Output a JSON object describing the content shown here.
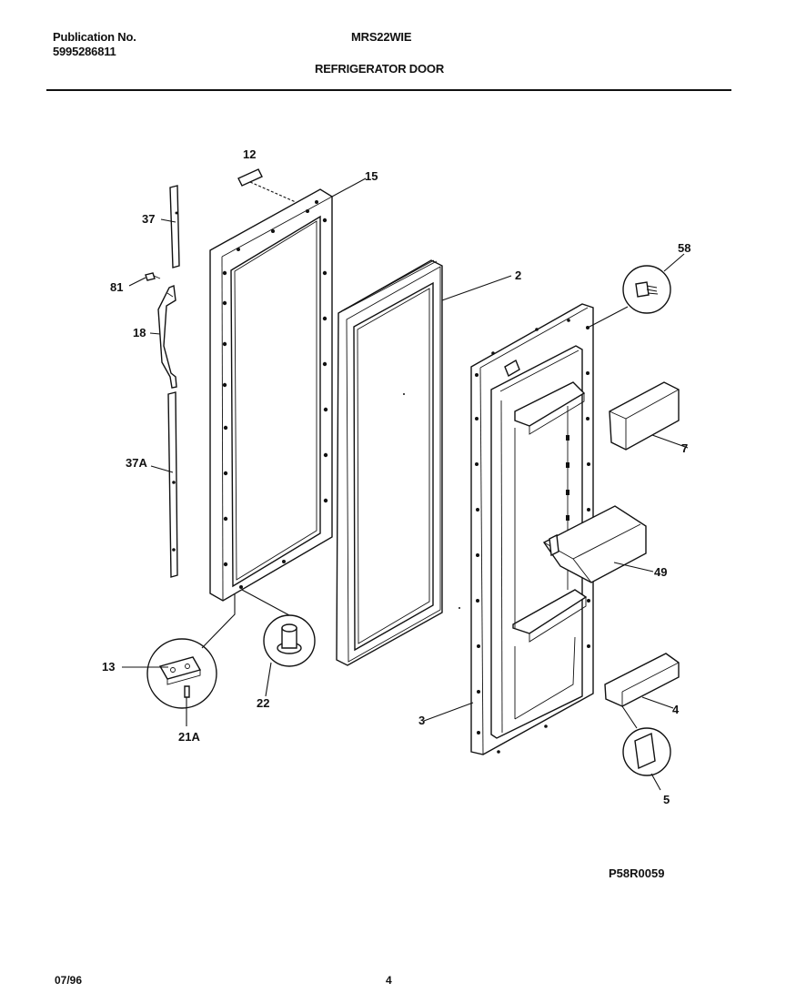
{
  "header": {
    "publication_label": "Publication No.",
    "publication_number": "5995286811",
    "model": "MRS22WIE",
    "title": "REFRIGERATOR DOOR"
  },
  "callouts": {
    "c12": "12",
    "c15": "15",
    "c37": "37",
    "c81": "81",
    "c18": "18",
    "c37a": "37A",
    "c2": "2",
    "c58": "58",
    "c7": "7",
    "c49": "49",
    "c13": "13",
    "c22": "22",
    "c21a": "21A",
    "c3": "3",
    "c4": "4",
    "c5": "5"
  },
  "drawing_code": "P58R0059",
  "footer": {
    "date": "07/96",
    "page": "4"
  }
}
